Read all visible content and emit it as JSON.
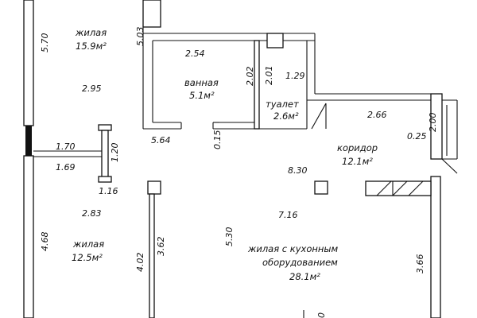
{
  "rooms": {
    "living_1": {
      "name": "жилая",
      "area": "15.9м²"
    },
    "bathroom": {
      "name": "ванная",
      "area": "5.1м²"
    },
    "toilet": {
      "name": "туалет",
      "area": "2.6м²"
    },
    "corridor": {
      "name": "коридор",
      "area": "12.1м²"
    },
    "living_2": {
      "name": "жилая",
      "area": "12.5м²"
    },
    "living_kitchen": {
      "name_line1": "жилая с кухонным",
      "name_line2": "оборудованием",
      "area": "28.1м²"
    }
  },
  "dimensions": {
    "d_570": "5.70",
    "d_503": "5.03",
    "d_254": "2.54",
    "d_295": "2.95",
    "d_202": "2.02",
    "d_201": "2.01",
    "d_129": "1.29",
    "d_266": "2.66",
    "d_200": "2.00",
    "d_025": "0.25",
    "d_564": "5.64",
    "d_015": "0.15",
    "d_170": "1.70",
    "d_120": "1.20",
    "d_169": "1.69",
    "d_830": "8.30",
    "d_116": "1.16",
    "d_283": "2.83",
    "d_716": "7.16",
    "d_468": "4.68",
    "d_402": "4.02",
    "d_362": "3.62",
    "d_530": "5.30",
    "d_366": "3.66",
    "d_bottom": "0"
  },
  "colors": {
    "ink": "#111111",
    "paper": "#ffffff"
  }
}
